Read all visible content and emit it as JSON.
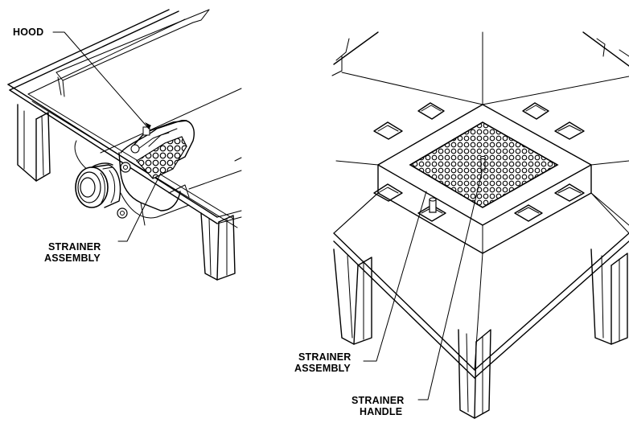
{
  "figure": {
    "left_panel": {
      "labels": {
        "hood": "HOOD",
        "strainer_assembly_line1": "STRAINER",
        "strainer_assembly_line2": "ASSEMBLY"
      }
    },
    "right_panel": {
      "labels": {
        "strainer_assembly_line1": "STRAINER",
        "strainer_assembly_line2": "ASSEMBLY",
        "strainer_handle_line1": "STRAINER",
        "strainer_handle_line2": "HANDLE"
      }
    }
  }
}
